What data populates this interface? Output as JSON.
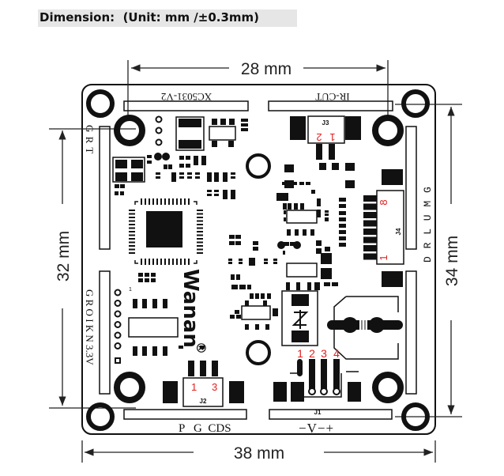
{
  "header": {
    "title": "Dimension:  (Unit: mm /±0.3mm)"
  },
  "dimensions": {
    "top": "28 mm",
    "bottom": "38 mm",
    "left": "32 mm",
    "right": "34 mm"
  },
  "board": {
    "brand": "Wanan",
    "registered_mark": "®",
    "top_left_label": "XC5031-V2",
    "top_right_label": "IR-CUT",
    "left_upper_pins": "G R T",
    "left_lower_pins": "G R O I K N 3.3V",
    "right_pins": "D R L U M G",
    "bottom_left_pins": "P   G  CDS",
    "bottom_right_pins": "−V−+",
    "pin1_marker": "1",
    "connectors": {
      "j1": {
        "name": "J1",
        "pins": [
          "1",
          "2",
          "3",
          "4"
        ]
      },
      "j2": {
        "name": "J2",
        "pin_first": "1",
        "pin_last": "3"
      },
      "j3": {
        "name": "J3",
        "pin_first": "1",
        "pin_last": "2"
      },
      "j4": {
        "name": "J4",
        "pin_first": "1",
        "pin_last": "8"
      }
    }
  },
  "colors": {
    "ink": "#111111",
    "pin_label": "#e02020",
    "title_bg": "#e6e6e6"
  }
}
